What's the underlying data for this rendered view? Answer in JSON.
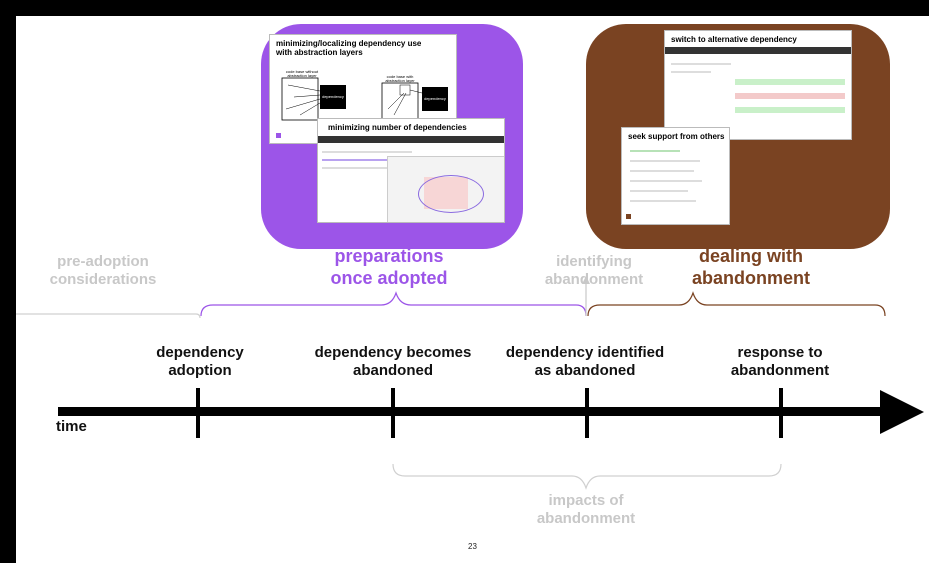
{
  "page_number": "23",
  "colors": {
    "purple": "#9c55e8",
    "brown": "#7a4322",
    "grey": "#c8c8c8",
    "black": "#111111"
  },
  "panels": {
    "preparations": {
      "shot1_title": "minimizing/localizing dependency use\nwith abstraction layers",
      "left_diagram_label": "code base without\nabstraction layer",
      "right_diagram_label": "code base with\nabstraction layer",
      "dependency_box": "dependency",
      "shot2_title": "minimizing number of dependencies"
    },
    "dealing": {
      "shot1_title": "switch to alternative dependency",
      "shot2_title": "seek support from others"
    }
  },
  "phases": {
    "pre_adoption": "pre-adoption\nconsiderations",
    "preparations": "preparations\nonce adopted",
    "identifying": "identifying\nabandonment",
    "dealing": "dealing with\nabandonment"
  },
  "events": [
    {
      "label": "dependency\nadoption"
    },
    {
      "label": "dependency becomes\nabandoned"
    },
    {
      "label": "dependency identified\nas abandoned"
    },
    {
      "label": "response to\nabandonment"
    }
  ],
  "time_label": "time",
  "impacts_label": "impacts of\nabandonment"
}
